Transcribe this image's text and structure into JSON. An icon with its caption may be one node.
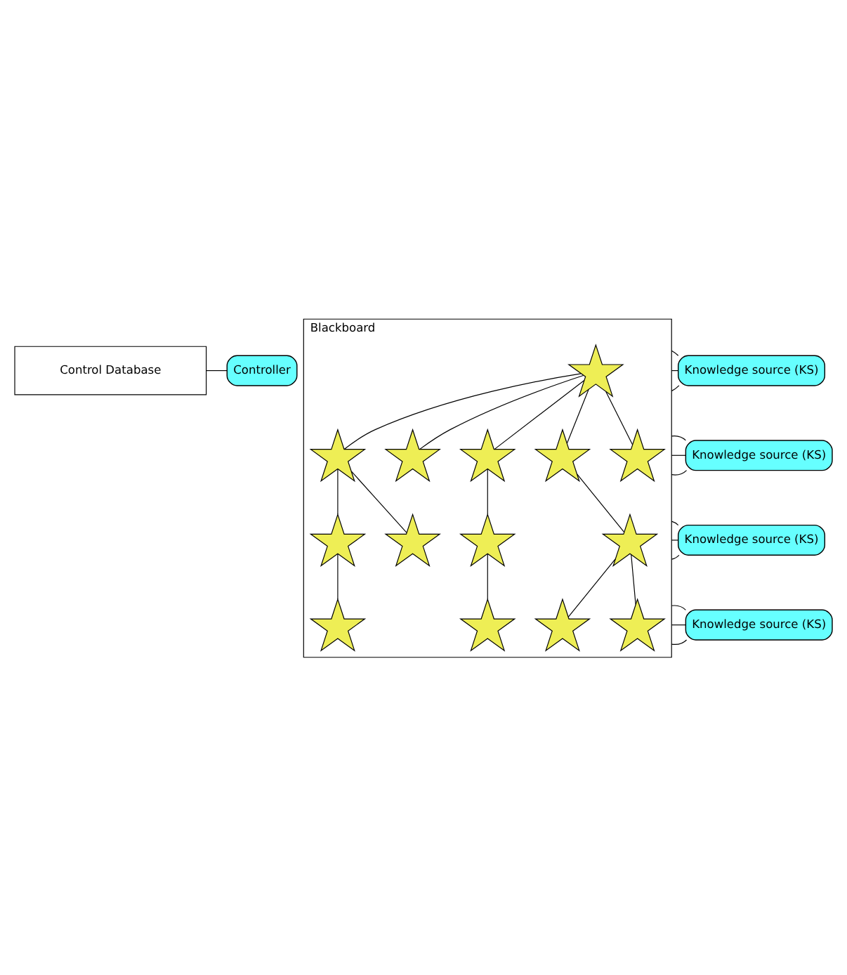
{
  "diagram": {
    "nodes": [
      {
        "text": [
          "Control Database"
        ]
      },
      {
        "text": [
          "Blackboard"
        ]
      },
      {
        "text": [],
        "shape": "star",
        "in": 1
      },
      {
        "text": [],
        "shape": "star",
        "in": 1
      },
      {
        "text": [],
        "shape": "star",
        "in": 1
      },
      {
        "text": [],
        "shape": "star",
        "in": 1
      },
      {
        "text": [],
        "shape": "star",
        "in": 1
      },
      {
        "text": [],
        "shape": "star",
        "in": 1
      },
      {
        "text": [],
        "shape": "star",
        "in": 1
      },
      {
        "text": [],
        "shape": "star",
        "in": 1
      },
      {
        "text": [],
        "shape": "star",
        "in": 1
      },
      {
        "text": [],
        "shape": "star",
        "in": 1
      },
      {
        "text": [],
        "shape": "star",
        "in": 1
      },
      {
        "text": [],
        "shape": "star",
        "in": 1
      },
      {
        "text": [],
        "shape": "star",
        "in": 1
      },
      {
        "text": [],
        "shape": "star",
        "in": 1
      },
      {
        "text": [
          "Controller"
        ]
      },
      {
        "text": [
          "Knowledge source (KS)"
        ]
      },
      {
        "text": [
          "Knowledge source (KS)"
        ]
      },
      {
        "text": [
          "Knowledge source (KS)"
        ]
      },
      {
        "text": [
          "Knowledge source (KS)"
        ]
      }
    ],
    "edges": [
      {
        "from": 2,
        "to": 3,
        "arrow": "none"
      },
      {
        "from": 2,
        "to": 4,
        "arrow": "none"
      },
      {
        "from": 2,
        "to": 5,
        "arrow": "none"
      },
      {
        "from": 2,
        "to": 6,
        "arrow": "none"
      },
      {
        "from": 2,
        "to": 7,
        "arrow": "none"
      },
      {
        "from": 3,
        "to": 8,
        "arrow": "none"
      },
      {
        "from": 3,
        "to": 9,
        "arrow": "none"
      },
      {
        "from": 5,
        "to": 10,
        "arrow": "none"
      },
      {
        "from": 6,
        "to": 11,
        "arrow": "none"
      },
      {
        "from": 8,
        "to": 12,
        "arrow": "none"
      },
      {
        "from": 10,
        "to": 13,
        "arrow": "none"
      },
      {
        "from": 11,
        "to": 14,
        "arrow": "none"
      },
      {
        "from": 11,
        "to": 15,
        "arrow": "none"
      },
      {
        "from": 0,
        "to": 16,
        "arrow": "none"
      },
      {
        "from": 1,
        "to": 17,
        "arrow": "none"
      },
      {
        "from": 1,
        "to": 17,
        "arrow": "none"
      },
      {
        "from": 1,
        "to": 17,
        "arrow": "none"
      },
      {
        "from": 1,
        "to": 18,
        "arrow": "none"
      },
      {
        "from": 1,
        "to": 18,
        "arrow": "none"
      },
      {
        "from": 1,
        "to": 18,
        "arrow": "none"
      },
      {
        "from": 1,
        "to": 19,
        "arrow": "none"
      },
      {
        "from": 1,
        "to": 19,
        "arrow": "none"
      },
      {
        "from": 1,
        "to": 19,
        "arrow": "none"
      },
      {
        "from": 1,
        "to": 20,
        "arrow": "none"
      },
      {
        "from": 1,
        "to": 20,
        "arrow": "none"
      },
      {
        "from": 1,
        "to": 20,
        "arrow": "none"
      }
    ]
  }
}
